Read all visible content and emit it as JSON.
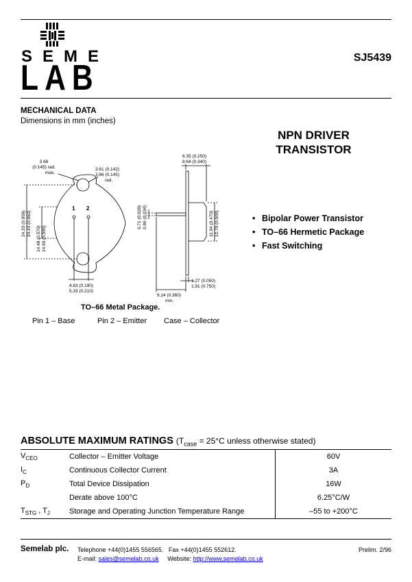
{
  "header": {
    "logo_line1": "SEME",
    "logo_line2": "LAB",
    "part_number": "SJ5439"
  },
  "mechanical": {
    "title": "MECHANICAL DATA",
    "subtitle": "Dimensions in mm (inches)",
    "dims": {
      "top_hole_a": "3.68",
      "top_hole_b": "(0.145) rad.",
      "top_hole_c": "max.",
      "hole_r_a": "3.61 (0.142)",
      "hole_r_b": "3.86 (0.145)",
      "hole_r_c": "rad.",
      "len_a": "24.33 (0.958)",
      "len_b": "24.43 (0.962)",
      "span_a": "14.48 (0.570)",
      "span_b": "14.99 (0.590)",
      "pin_sp_a": "4.83 (0.190)",
      "pin_sp_b": "5.33 (0.210)",
      "pin1": "1",
      "pin2": "2",
      "side_top_a": "6.35 (0.250)",
      "side_top_b": "8.64 (0.340)",
      "lead_d_a": "0.71 (0.028)",
      "lead_d_b": "0.86 (0.034)",
      "height_a": "11.94 (0.470)",
      "height_b": "12.70 (0.500)",
      "flange_a": "1.27 (0.050)",
      "flange_b": "1.91 (0.750)",
      "lead_len_a": "9.14 (0.360)",
      "lead_len_b": "min."
    },
    "caption": "TO–66 Metal Package.",
    "pins": [
      "Pin 1 – Base",
      "Pin 2 – Emitter",
      "Case – Collector"
    ]
  },
  "product": {
    "title_line1": "NPN DRIVER",
    "title_line2": "TRANSISTOR",
    "features": [
      "Bipolar Power Transistor",
      "TO–66 Hermetic Package",
      "Fast Switching"
    ]
  },
  "ratings": {
    "title": "ABSOLUTE MAXIMUM RATINGS",
    "note_pre": "(T",
    "note_sub": "case",
    "note_post": " = 25°C unless otherwise stated)",
    "rows": [
      {
        "sym": "V",
        "sub": "CEO",
        "sym2": "",
        "sub2": "",
        "desc": "Collector – Emitter Voltage",
        "value": "60V"
      },
      {
        "sym": "I",
        "sub": "C",
        "sym2": "",
        "sub2": "",
        "desc": "Continuous Collector Current",
        "value": "3A"
      },
      {
        "sym": "P",
        "sub": "D",
        "sym2": "",
        "sub2": "",
        "desc": "Total Device Dissipation",
        "value": "16W"
      },
      {
        "sym": "",
        "sub": "",
        "sym2": "",
        "sub2": "",
        "desc": "Derate above 100°C",
        "value": "6.25°C/W"
      },
      {
        "sym": "T",
        "sub": "STG",
        "sym2": " , T",
        "sub2": "J",
        "desc": "Storage and Operating Junction Temperature Range",
        "value": "–55 to +200°C"
      }
    ]
  },
  "footer": {
    "company": "Semelab plc.",
    "telephone": "Telephone +44(0)1455 556565.",
    "fax": "Fax +44(0)1455 552612.",
    "email_label": "E-mail: ",
    "email": "sales@semelab.co.uk",
    "website_label": "Website: ",
    "website": "http://www.semelab.co.uk",
    "revision": "Prelim. 2/96"
  }
}
